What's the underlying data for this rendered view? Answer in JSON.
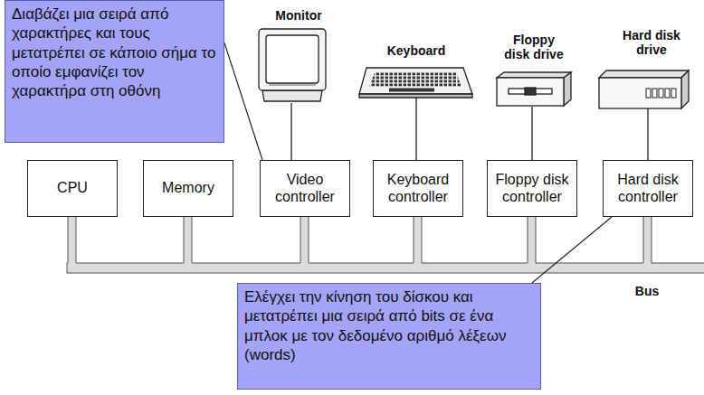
{
  "diagram": {
    "nodes": [
      {
        "text": [
          "Διαβάζει μια σειρά από χαρακτήρες και τους μετατρέπει σε κάποιο σήμα το οποίο εμφανίζει τον χαρακτήρα στη οθόνη"
        ]
      },
      {
        "text": [
          "CPU"
        ]
      },
      {
        "text": [
          "Memory"
        ]
      },
      {
        "text": [
          "Video controller"
        ]
      },
      {
        "text": [
          "Keyboard controller"
        ]
      },
      {
        "text": [
          "Floppy disk controller"
        ]
      },
      {
        "text": [
          "Hard disk controller"
        ]
      },
      {
        "text": [
          "Ελέγχει την κίνηση του δίσκου και μετατρέπει μια σειρά από bits σε ένα μπλοκ με τον δεδομένο αριθμό λέξεων (words)"
        ]
      }
    ],
    "edges": [
      {
        "from": 0,
        "to": 3,
        "arrow": "none"
      },
      {
        "from": 7,
        "to": 6,
        "arrow": "none"
      }
    ],
    "labels": [
      "Monitor",
      "Keyboard",
      "Floppy disk drive",
      "Hard disk drive",
      "Bus"
    ]
  }
}
